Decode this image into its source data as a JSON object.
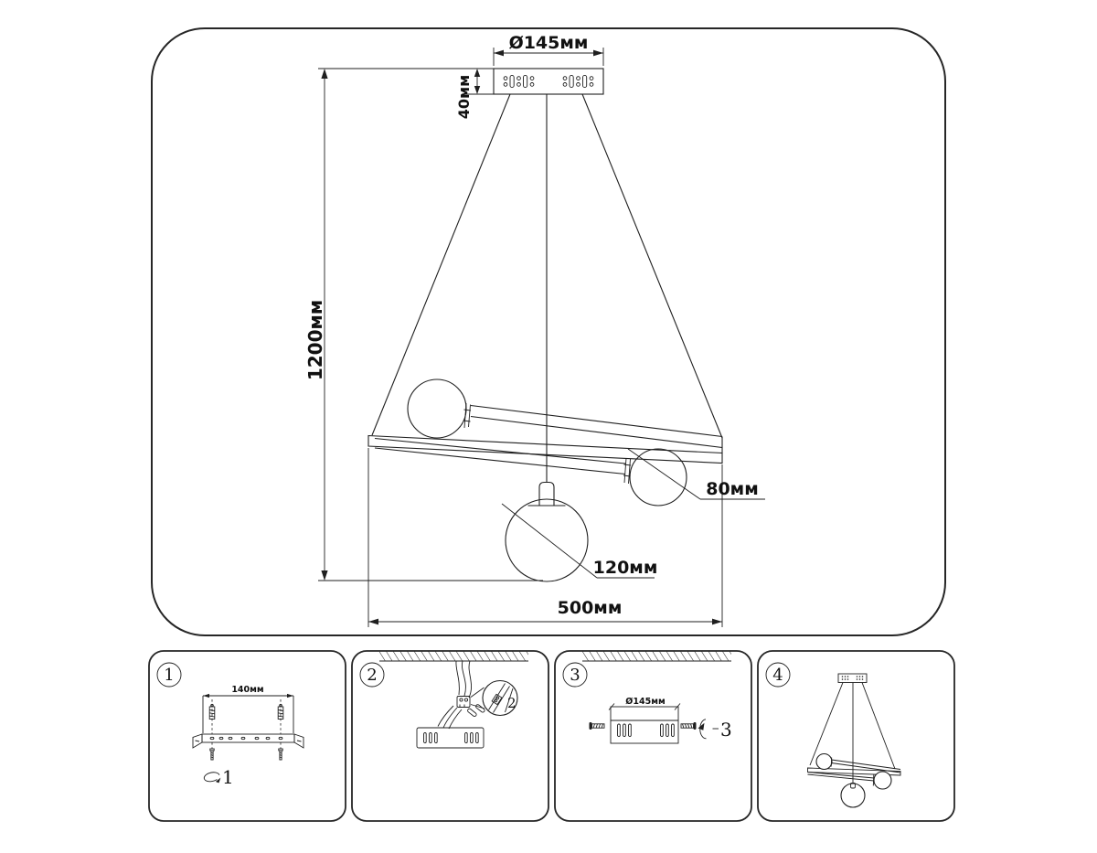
{
  "drawing": {
    "main": {
      "canopy_diameter": "Ø145мм",
      "canopy_height": "40мм",
      "overall_height": "1200мм",
      "small_globe_diameter": "80мм",
      "large_globe_diameter": "120мм",
      "fixture_width": "500мм"
    },
    "steps": [
      {
        "badge": "1",
        "bracket_width": "140мм",
        "action_label": "1"
      },
      {
        "badge": "2",
        "detail_label": "2"
      },
      {
        "badge": "3",
        "canopy_diameter": "Ø145мм",
        "action_label": "3"
      },
      {
        "badge": "4"
      }
    ]
  },
  "icons": {
    "step1": "rotate-arrow-icon",
    "step2": "magnifier-detail-icon",
    "step3": "rotate-arrow-icon",
    "anchors": "dowel-anchor-icon",
    "fasteners": "screw-icon"
  },
  "colors": {
    "line": "#1f1f1f",
    "background": "#ffffff"
  }
}
